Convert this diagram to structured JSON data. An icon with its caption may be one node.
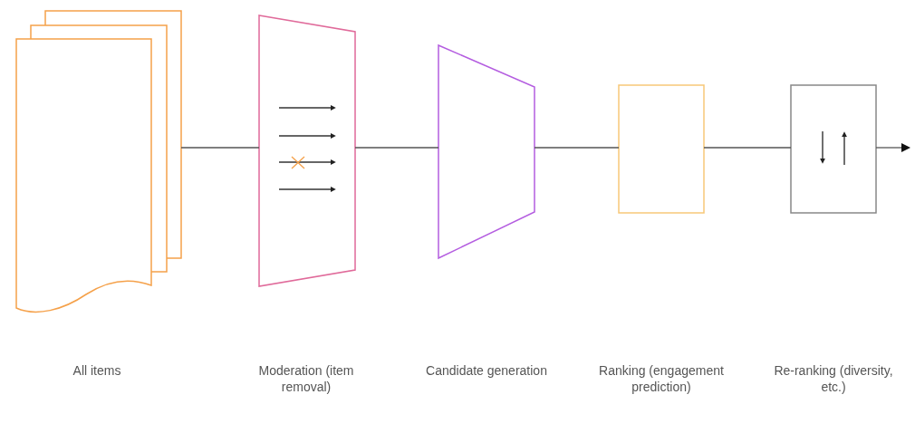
{
  "diagram": {
    "nodes": [
      {
        "text": [],
        "shape": "document"
      },
      {
        "text": [],
        "shape": "trapezoid"
      },
      {
        "text": [],
        "shape": "trapezoid"
      },
      {
        "text": [],
        "shape": "box"
      },
      {
        "text": [],
        "shape": "box"
      }
    ],
    "labels": [
      "All items",
      "Moderation (item removal)",
      "Candidate generation",
      "Ranking (engagement prediction)",
      "Re-ranking (diversity, etc.)"
    ],
    "edges": [
      {
        "from": 0,
        "to": 1,
        "arrow": "none"
      },
      {
        "from": 1,
        "to": 2,
        "arrow": "none"
      },
      {
        "from": 2,
        "to": 3,
        "arrow": "none"
      },
      {
        "from": 3,
        "to": 4,
        "arrow": "none"
      },
      {
        "from": 4,
        "to": null,
        "arrow": "to"
      }
    ]
  }
}
